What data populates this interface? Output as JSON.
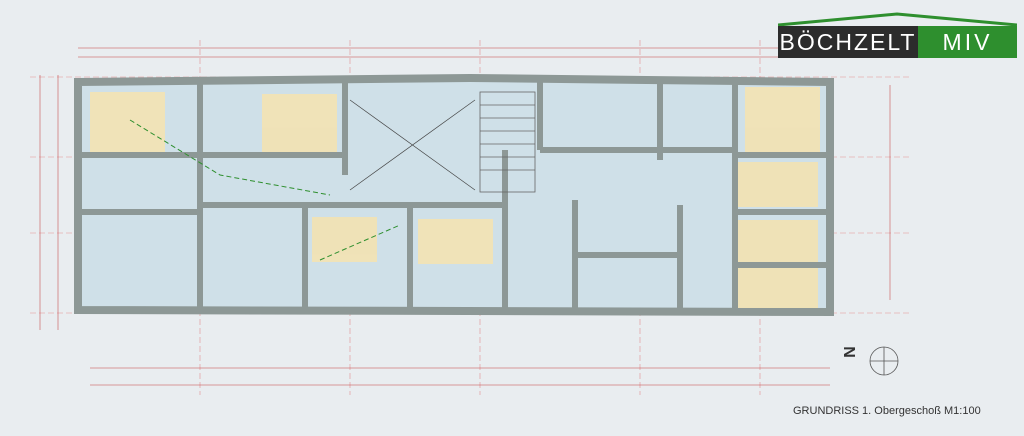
{
  "logo": {
    "name": "BÖCHZELT",
    "suffix": "MIV",
    "colors": {
      "dark": "#2c2c2c",
      "green": "#2e8f2e"
    }
  },
  "caption": "GRUNDRISS 1. Obergeschoß  M1:100",
  "north_label": "N",
  "colors": {
    "wall": "#8d9896",
    "room": "#cfe0e8",
    "wet_room": "#f3e3b2",
    "line": "#d94040"
  }
}
